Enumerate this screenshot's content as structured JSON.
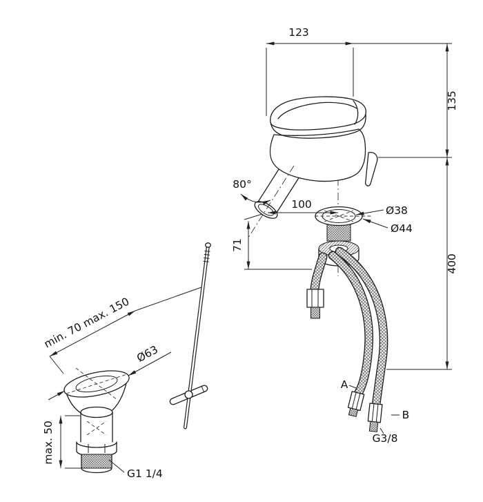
{
  "drawing": {
    "kind": "technical-drawing",
    "subject": "bidet single-lever mixer with flexible hoses and pop-up waste",
    "colors": {
      "ink": "#1c1c1c",
      "background": "#ffffff"
    },
    "faucet": {
      "dim_width_top": "123",
      "dim_height_body": "135",
      "dim_spout_angle": "80°",
      "dim_spout_reach": "100",
      "dim_spout_height": "71",
      "dim_base_inner": "Ø38",
      "dim_base_outer": "Ø44",
      "dim_hose_length": "400",
      "label_hose_a": "A",
      "label_hose_b": "B",
      "label_hose_thread": "G3/8"
    },
    "drain": {
      "dim_rod_range": "min. 70 max. 150",
      "dim_flange_diameter": "Ø63",
      "dim_thread_length": "max. 50",
      "label_thread": "G1 1/4"
    }
  }
}
